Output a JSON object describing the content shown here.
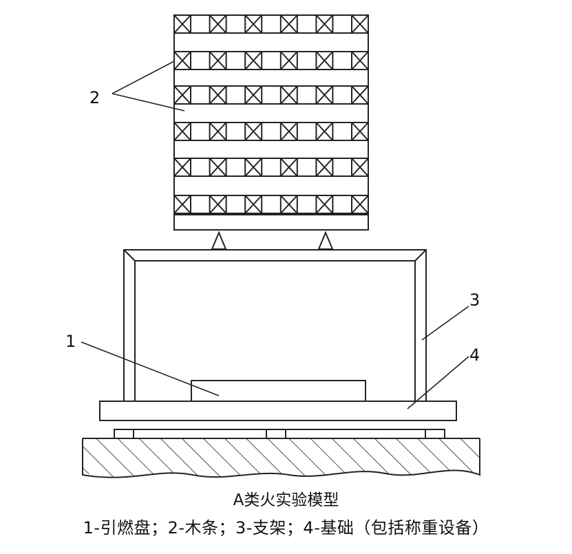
{
  "diagram": {
    "labels": {
      "ignition_tray": "1",
      "wood_sticks": "2",
      "support_frame": "3",
      "foundation": "4"
    }
  },
  "caption": {
    "title": "A类火实验模型",
    "legend": "1-引燃盘；2-木条；3-支架；4-基础（包括称重设备）"
  }
}
